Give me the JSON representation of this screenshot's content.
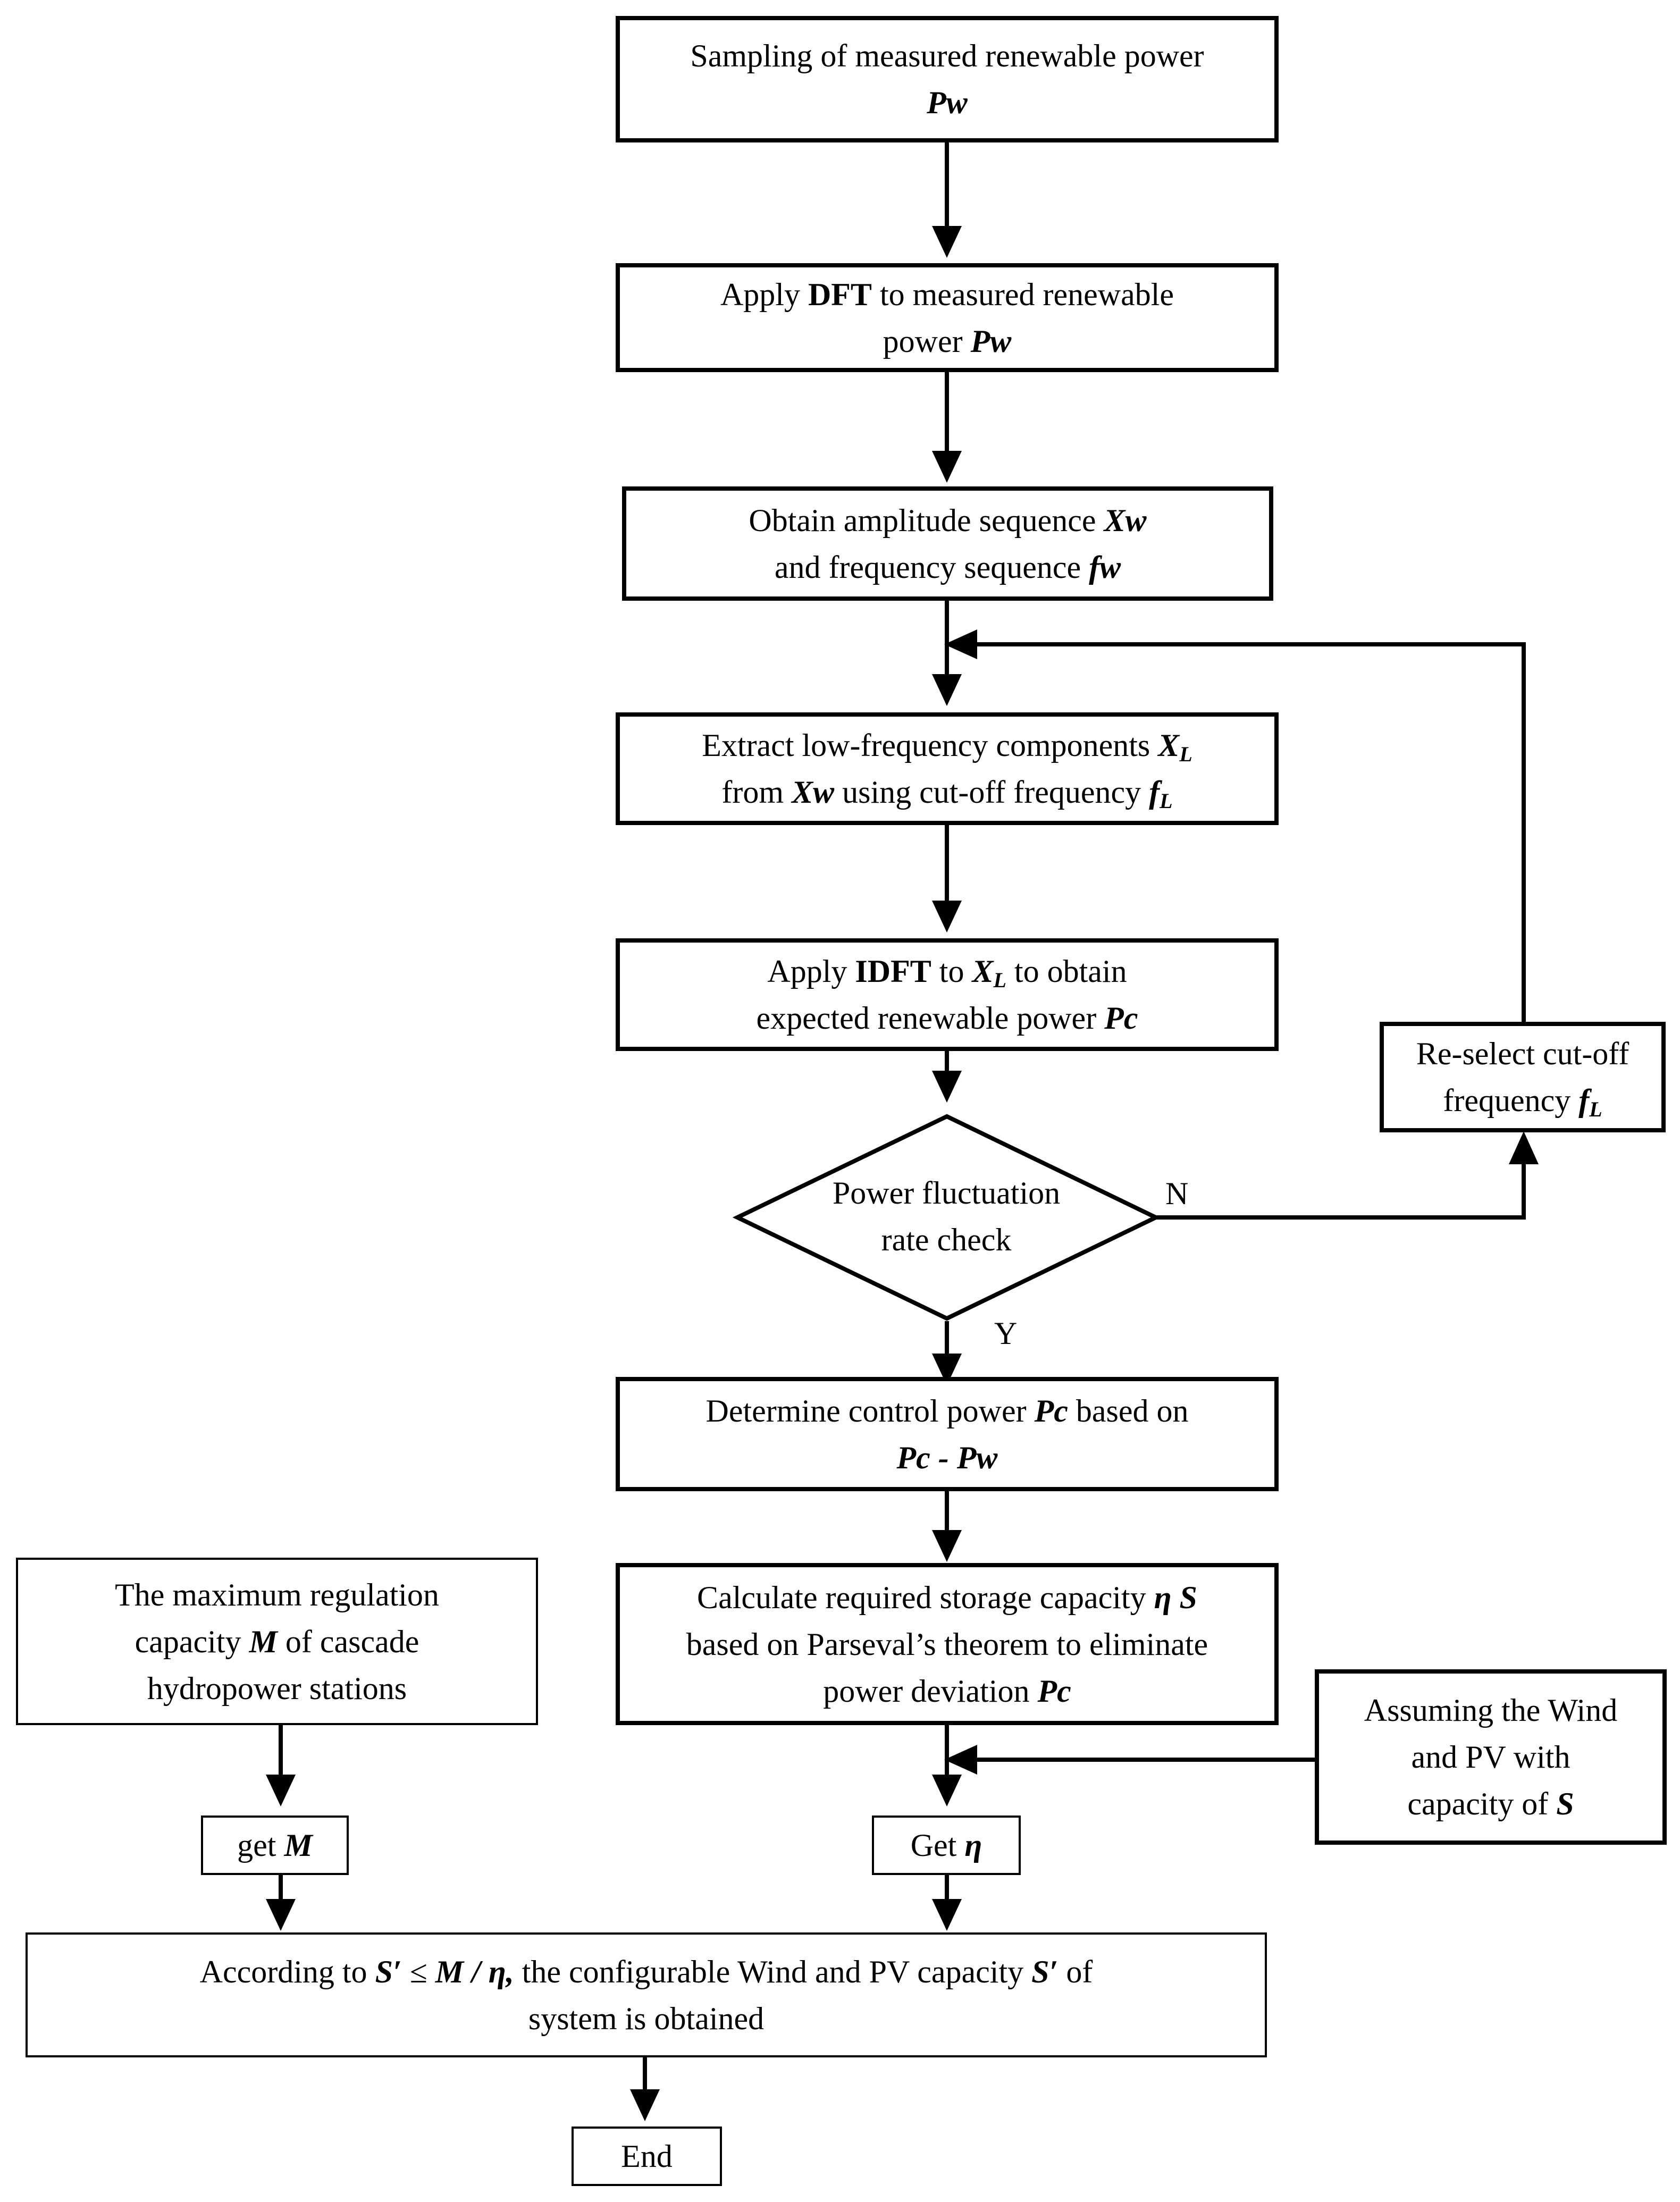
{
  "nodes": {
    "sampling": {
      "l1": "Sampling of measured renewable power",
      "v1": "Pw"
    },
    "dft": {
      "l1a": "Apply ",
      "l1b": "DFT",
      "l1c": " to measured renewable",
      "l2a": "power ",
      "v1": "Pw"
    },
    "obtain": {
      "l1a": "Obtain amplitude sequence ",
      "v1": "Xw",
      "l2a": "and frequency sequence ",
      "v2": "fw"
    },
    "extract": {
      "l1a": "Extract low-frequency components ",
      "v1": "X",
      "s1": "L",
      "l2a": "from ",
      "v2": "Xw",
      "l2b": " using cut-off frequency ",
      "v3": "f",
      "s3": "L"
    },
    "idft": {
      "l1a": "Apply ",
      "l1b": "IDFT",
      "l1c": " to ",
      "v1": "X",
      "s1": "L",
      "l1d": " to obtain",
      "l2a": "expected renewable power ",
      "v2": "Pc"
    },
    "check": {
      "l1": "Power fluctuation",
      "l2": "rate check",
      "no": "N",
      "yes": "Y"
    },
    "reselect": {
      "l1": "Re-select cut-off",
      "l2a": "frequency ",
      "v1": "f",
      "s1": "L"
    },
    "control": {
      "l1a": "Determine control power ",
      "v1": "Pc",
      "l1b": " based on",
      "v2": "Pc - Pw"
    },
    "calc": {
      "l1a": "Calculate required storage capacity ",
      "v1": "η S",
      "l2": "based on Parseval’s theorem to eliminate",
      "l3a": "power deviation ",
      "v2": "Pc"
    },
    "maxreg": {
      "l1": "The maximum regulation",
      "l2a": "capacity ",
      "v1": "M",
      "l2b": " of cascade",
      "l3": "hydropower stations"
    },
    "assume": {
      "l1": "Assuming the Wind",
      "l2": "and PV with",
      "l3a": "capacity of ",
      "v1": "S"
    },
    "getm": {
      "la": "get ",
      "v1": "M"
    },
    "geteta": {
      "la": "Get ",
      "v1": "η"
    },
    "according": {
      "l1a": "According to ",
      "v1": "S′",
      "l1b": " ≤ ",
      "v2": "M / η,",
      "l1c": " the configurable Wind and PV capacity ",
      "v3": "S′",
      "l1d": " of",
      "l2": "system is obtained"
    },
    "end": {
      "l1": "End"
    }
  }
}
